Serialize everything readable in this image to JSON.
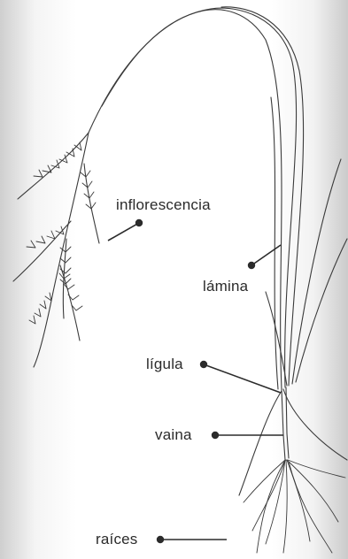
{
  "labels": {
    "inflorescence": "inflorescencia",
    "blade": "lámina",
    "ligule": "lígula",
    "sheath": "vaina",
    "roots": "raíces"
  },
  "colors": {
    "ink": "#2b2b2b",
    "background": "#ffffff",
    "edge_shadow": "#cbcbcb"
  }
}
